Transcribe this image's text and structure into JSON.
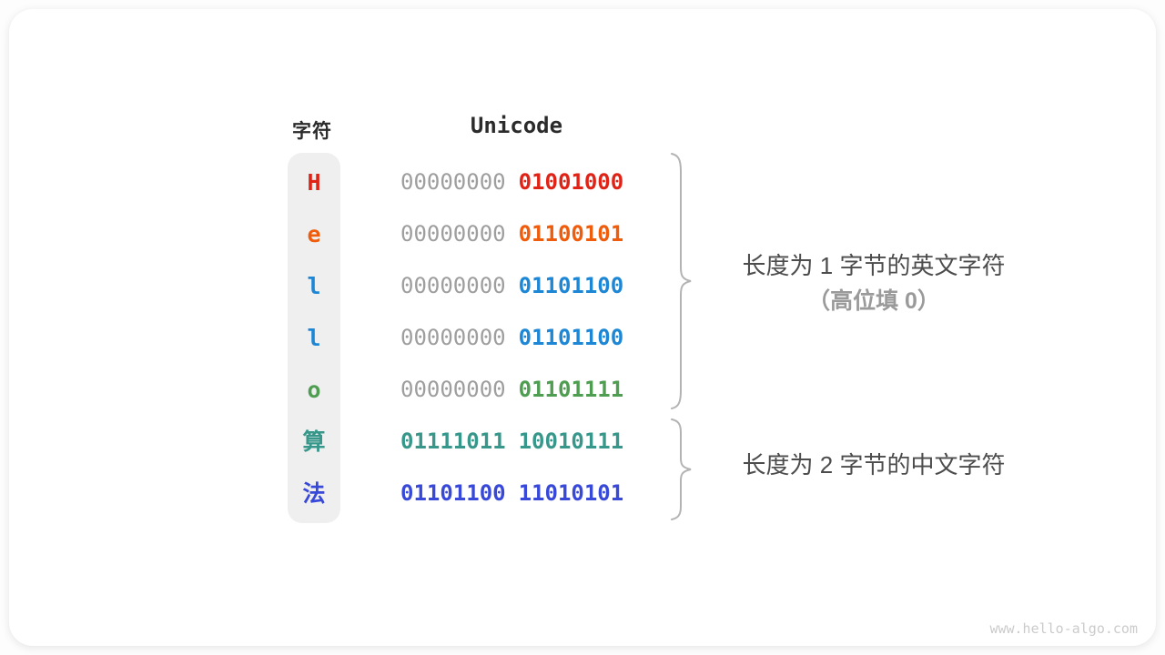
{
  "table": {
    "char_header": "字符",
    "unicode_header": "Unicode",
    "rows": [
      {
        "char": "H",
        "byte1": "00000000",
        "byte2": "01001000",
        "color": "#df2317",
        "byte1_colored": false
      },
      {
        "char": "e",
        "byte1": "00000000",
        "byte2": "01100101",
        "color": "#ef5c0b",
        "byte1_colored": false
      },
      {
        "char": "l",
        "byte1": "00000000",
        "byte2": "01101100",
        "color": "#1d87d5",
        "byte1_colored": false
      },
      {
        "char": "l",
        "byte1": "00000000",
        "byte2": "01101100",
        "color": "#1d87d5",
        "byte1_colored": false
      },
      {
        "char": "o",
        "byte1": "00000000",
        "byte2": "01101111",
        "color": "#4e9d51",
        "byte1_colored": false
      },
      {
        "char": "算",
        "byte1": "01111011",
        "byte2": "10010111",
        "color": "#37978b",
        "byte1_colored": true
      },
      {
        "char": "法",
        "byte1": "01101100",
        "byte2": "11010101",
        "color": "#3849da",
        "byte1_colored": true
      }
    ]
  },
  "annotations": {
    "english_line1": "长度为 1 字节的英文字符",
    "english_line2": "（高位填 0）",
    "chinese": "长度为 2 字节的中文字符"
  },
  "watermark": "www.hello-algo.com",
  "colors": {
    "zero_byte": "#9e9e9e",
    "brace": "#b3b3b3",
    "char_pill_bg": "#efefef",
    "annotation_primary": "#4c4c4c",
    "annotation_secondary": "#9a9a9a",
    "watermark": "#cbcbcb"
  },
  "icons": {
    "brace_english": "curly-brace-right",
    "brace_chinese": "curly-brace-right"
  }
}
